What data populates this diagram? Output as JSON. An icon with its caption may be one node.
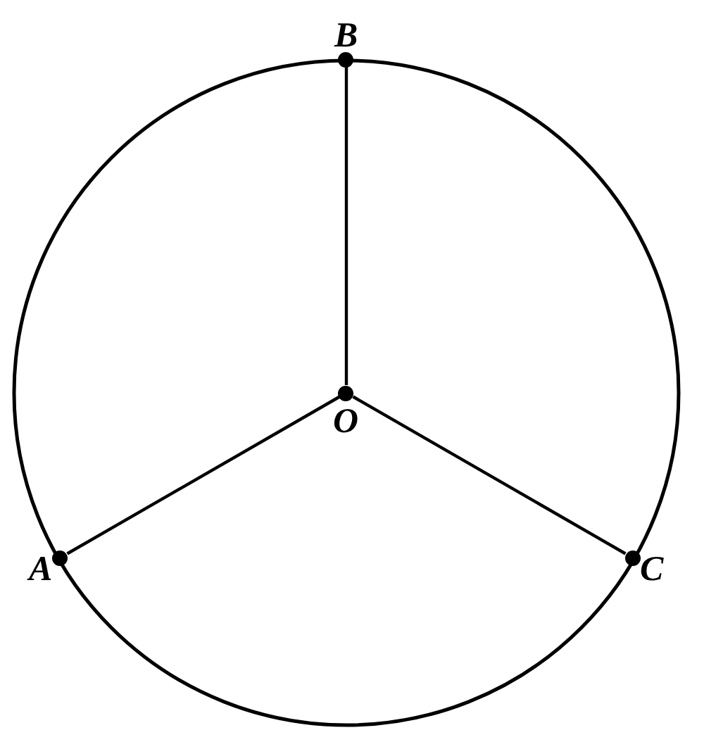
{
  "diagram": {
    "nodes": [
      {
        "text": [
          "B"
        ]
      },
      {
        "text": [
          "O"
        ]
      },
      {
        "text": [
          "A"
        ]
      },
      {
        "text": [
          "C"
        ]
      }
    ],
    "edges": [
      {
        "from": 1,
        "to": 0,
        "arrow": "none"
      },
      {
        "from": 1,
        "to": 2,
        "arrow": "none"
      },
      {
        "from": 1,
        "to": 3,
        "arrow": "none"
      }
    ]
  }
}
